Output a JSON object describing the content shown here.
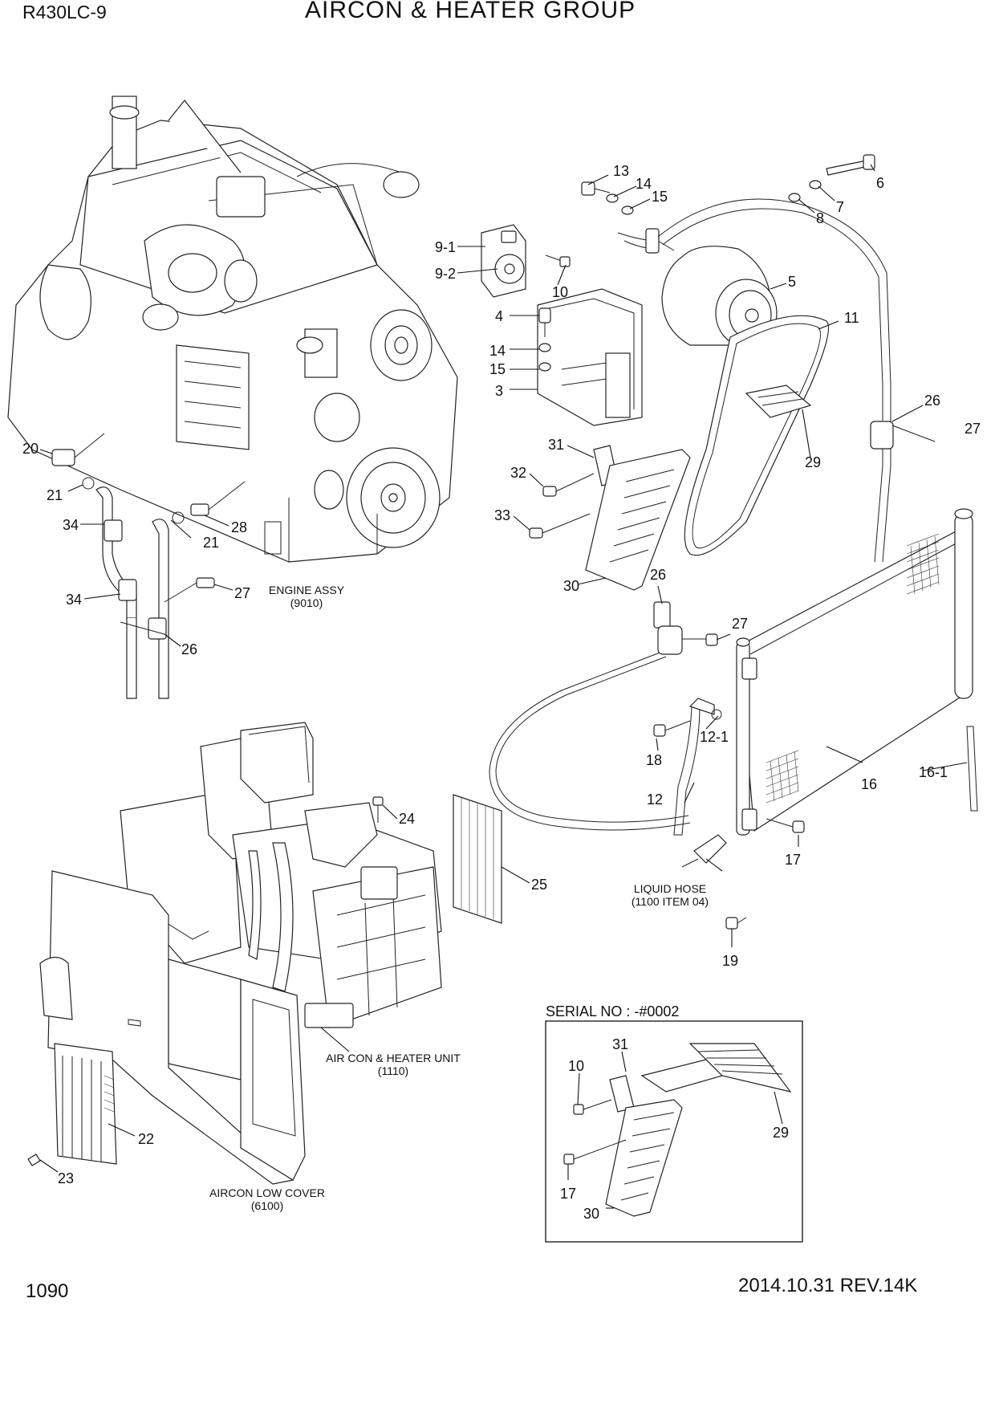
{
  "header": {
    "model": "R430LC-9",
    "title": "AIRCON & HEATER GROUP"
  },
  "footer": {
    "page": "1090",
    "revision": "2014.10.31  REV.14K"
  },
  "captions": {
    "engine_assy": [
      "ENGINE ASSY",
      "(9010)"
    ],
    "liquid_hose": [
      "LIQUID HOSE",
      "(1100 ITEM 04)"
    ],
    "aircon_unit": [
      "AIR CON & HEATER UNIT",
      "(1110)"
    ],
    "low_cover": [
      "AIRCON LOW COVER",
      "(6100)"
    ]
  },
  "inset": {
    "title": "SERIAL NO : -#0002"
  },
  "callouts": [
    "13",
    "14",
    "15",
    "6",
    "7",
    "8",
    "9-1",
    "9-2",
    "10",
    "5",
    "11",
    "4",
    "14",
    "15",
    "3",
    "26",
    "27",
    "29",
    "31",
    "32",
    "33",
    "30",
    "20",
    "21",
    "34",
    "28",
    "21",
    "27",
    "34",
    "26",
    "26",
    "27",
    "12-1",
    "18",
    "16",
    "16-1",
    "12",
    "17",
    "19",
    "24",
    "25",
    "22",
    "23",
    "31",
    "10",
    "29",
    "17",
    "30"
  ]
}
